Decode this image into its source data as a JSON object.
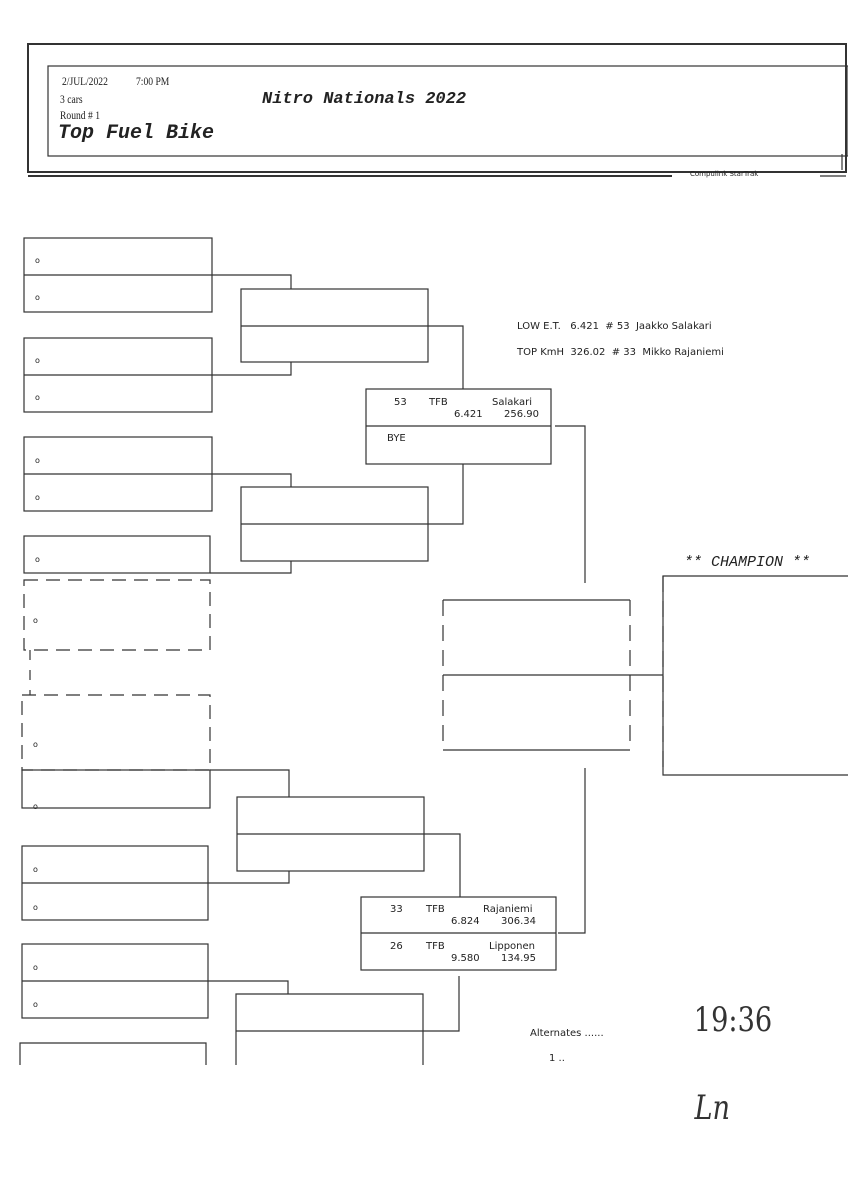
{
  "header": {
    "date": "2/JUL/2022",
    "time": "7:00 PM",
    "cars": "3 cars",
    "round": "Round # 1",
    "event": "Nitro Nationals 2022",
    "class": "Top Fuel Bike",
    "software": "Compulink  StarTrak"
  },
  "records": [
    {
      "label": "LOW E.T.",
      "value": "6.421",
      "number": "# 53",
      "name": "Jaakko Salakari"
    },
    {
      "label": "TOP KmH",
      "value": "326.02",
      "number": "# 33",
      "name": "Mikko Rajaniemi"
    }
  ],
  "matches": [
    {
      "lanes": [
        {
          "number": "53",
          "class": "TFB",
          "name": "Salakari",
          "et": "6.421",
          "speed": "256.90"
        },
        {
          "number": "",
          "class": "BYE",
          "name": "",
          "et": "",
          "speed": ""
        }
      ]
    },
    {
      "lanes": [
        {
          "number": "33",
          "class": "TFB",
          "name": "Rajaniemi",
          "et": "6.824",
          "speed": "306.34"
        },
        {
          "number": "26",
          "class": "TFB",
          "name": "Lipponen",
          "et": "9.580",
          "speed": "134.95"
        }
      ]
    }
  ],
  "empty_marker": "o",
  "champion_label": "** CHAMPION **",
  "alternates": {
    "label": "Alternates ......",
    "item": "1 .."
  },
  "handwriting": {
    "time": "19:36",
    "initials": "Ln"
  }
}
